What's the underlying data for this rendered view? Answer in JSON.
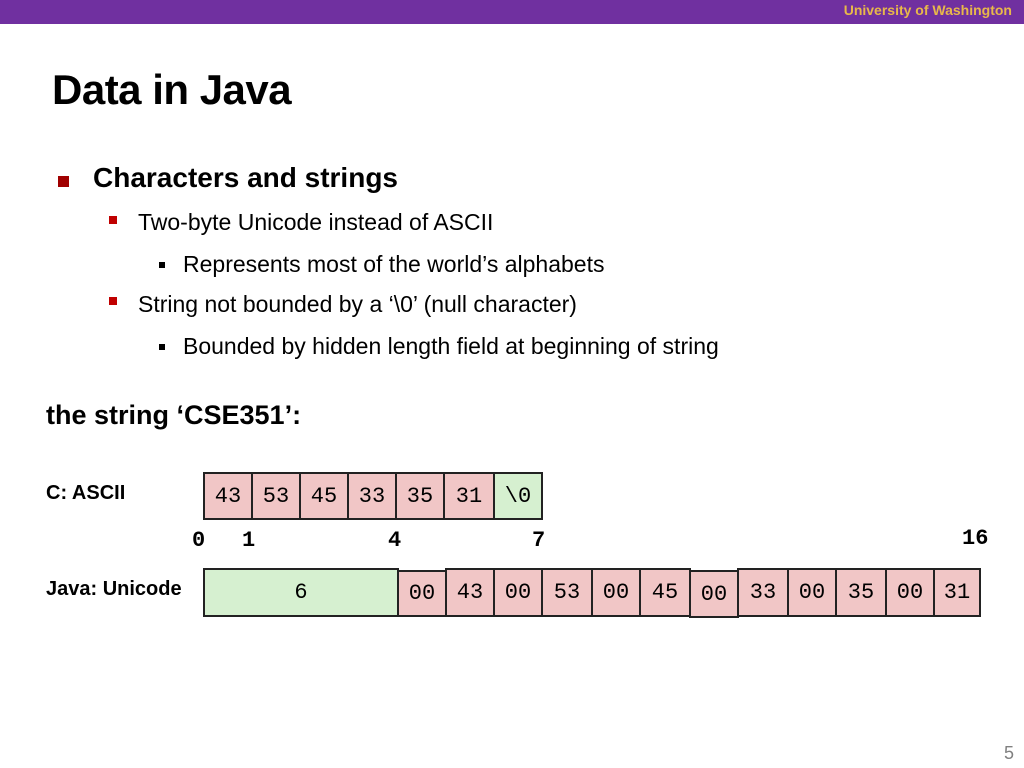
{
  "header": {
    "institution": "University of Washington"
  },
  "slide": {
    "title": "Data in Java",
    "bullets": {
      "main": "Characters and strings",
      "sub1": "Two-byte Unicode instead of ASCII",
      "sub1a": "Represents most of the world’s alphabets",
      "sub2": "String not bounded by a ‘\\0’ (null character)",
      "sub2a": "Bounded by hidden length field at beginning of string"
    },
    "example_heading": "the string ‘CSE351’:",
    "ascii": {
      "label": "C: ASCII",
      "cells": [
        "43",
        "53",
        "45",
        "33",
        "35",
        "31",
        "\\0"
      ]
    },
    "offsets": [
      "0",
      "1",
      "4",
      "7",
      "16"
    ],
    "unicode": {
      "label": "Java: Unicode",
      "length": "6",
      "cells": [
        "00",
        "43",
        "00",
        "53",
        "00",
        "45",
        "00",
        "33",
        "00",
        "35",
        "00",
        "31"
      ]
    },
    "page_number": "5"
  }
}
